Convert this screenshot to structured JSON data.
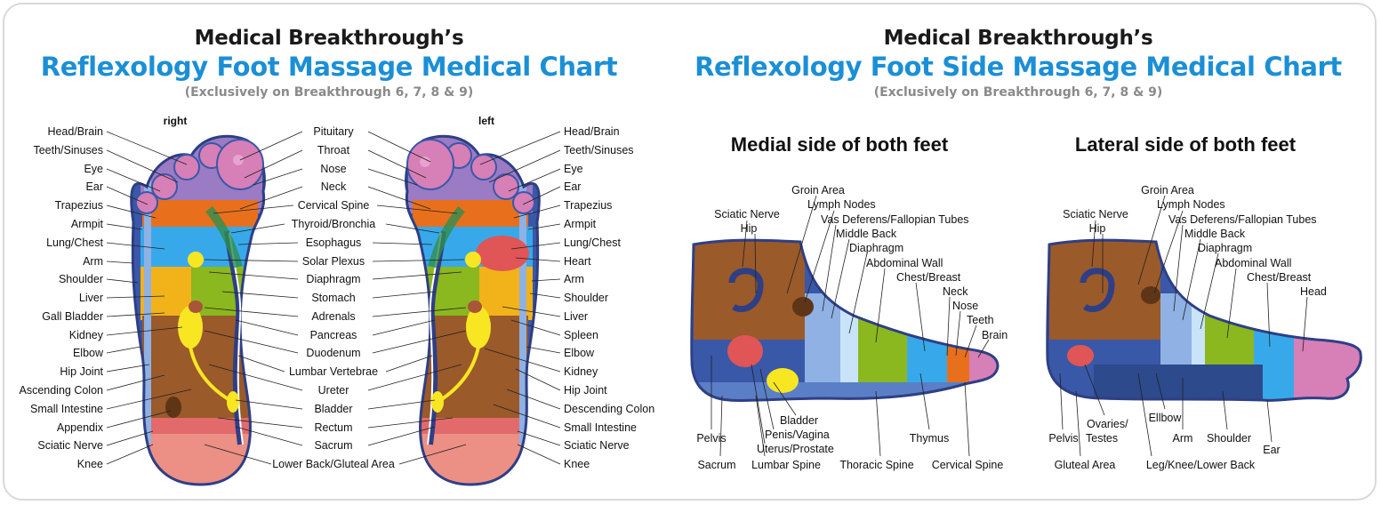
{
  "left_panel": {
    "brand": "Medical Breakthrough’s",
    "title": "Reflexology Foot Massage Medical Chart",
    "subtitle": "(Exclusively on Breakthrough 6, 7, 8 & 9)",
    "right_foot_label": "right",
    "left_foot_label": "left",
    "outer_left_labels": [
      "Head/Brain",
      "Teeth/Sinuses",
      "Eye",
      "Ear",
      "Trapezius",
      "Armpit",
      "Lung/Chest",
      "Arm",
      "Shoulder",
      "Liver",
      "Gall Bladder",
      "Kidney",
      "Elbow",
      "Hip Joint",
      "Ascending Colon",
      "Small Intestine",
      "Appendix",
      "Sciatic Nerve",
      "Knee"
    ],
    "center_labels": [
      "Pituitary",
      "Throat",
      "Nose",
      "Neck",
      "Cervical Spine",
      "Thyroid/Bronchia",
      "Esophagus",
      "Solar Plexus",
      "Diaphragm",
      "Stomach",
      "Adrenals",
      "Pancreas",
      "Duodenum",
      "Lumbar Vertebrae",
      "Ureter",
      "Bladder",
      "Rectum",
      "Sacrum",
      "Lower Back/Gluteal Area"
    ],
    "outer_right_labels": [
      "Head/Brain",
      "Teeth/Sinuses",
      "Eye",
      "Ear",
      "Trapezius",
      "Armpit",
      "Lung/Chest",
      "Heart",
      "Arm",
      "Shoulder",
      "Liver",
      "Spleen",
      "Elbow",
      "Kidney",
      "Hip Joint",
      "Descending Colon",
      "Small Intestine",
      "Sciatic Nerve",
      "Knee"
    ]
  },
  "right_panel": {
    "brand": "Medical Breakthrough’s",
    "title": "Reflexology Foot Side Massage Medical Chart",
    "subtitle": "(Exclusively on Breakthrough 6, 7, 8 & 9)",
    "medial": {
      "title": "Medial side of both feet",
      "labels": [
        "Groin Area",
        "Sciatic Nerve",
        "Lymph Nodes",
        "Hip",
        "Vas Deferens/Fallopian Tubes",
        "Middle Back",
        "Diaphragm",
        "Abdominal Wall",
        "Chest/Breast",
        "Neck",
        "Nose",
        "Teeth",
        "Brain",
        "Bladder",
        "Penis/Vagina",
        "Uterus/Prostate",
        "Pelvis",
        "Thymus",
        "Sacrum",
        "Lumbar Spine",
        "Thoracic Spine",
        "Cervical Spine"
      ]
    },
    "lateral": {
      "title": "Lateral side of both feet",
      "labels": [
        "Groin Area",
        "Sciatic Nerve",
        "Lymph Nodes",
        "Hip",
        "Vas Deferens/Fallopian Tubes",
        "Middle Back",
        "Diaphragm",
        "Abdominal Wall",
        "Chest/Breast",
        "Head",
        "Ovaries/",
        "Testes",
        "Ellbow",
        "Pelvis",
        "Arm",
        "Shoulder",
        "Ear",
        "Gluteal Area",
        "Leg/Knee/Lower Back"
      ]
    }
  },
  "colors": {
    "title_blue": "#1b8fd6",
    "toe_pink": "#d77fb7",
    "head_purple": "#9a7bc4",
    "orange": "#e8701c",
    "lung_blue": "#37a9ea",
    "yellow": "#f2b21a",
    "green": "#8bb71f",
    "brown": "#9a5a2a",
    "heel": "#ec8f84",
    "outline_blue": "#3a58a8",
    "light_blue": "#8fb1e4",
    "kidney_yellow": "#f8e623",
    "heart_red": "#e05555"
  }
}
